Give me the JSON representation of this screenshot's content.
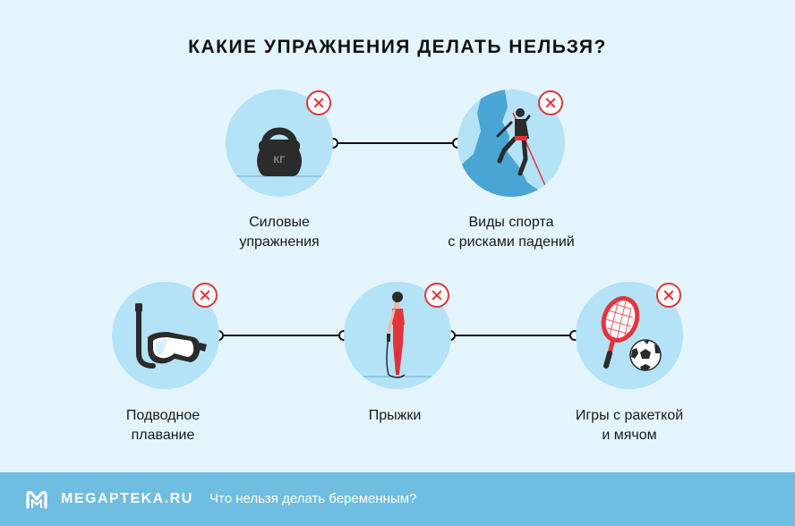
{
  "title": "КАКИЕ УПРАЖНЕНИЯ ДЕЛАТЬ НЕЛЬЗЯ?",
  "colors": {
    "background": "#e4f5fd",
    "circle": "#b4e2f6",
    "cross": "#e2353c",
    "footer": "#6fbde0"
  },
  "items": [
    {
      "icon": "kettlebell-icon",
      "label_line1": "Силовые",
      "label_line2": "упражнения",
      "kettlebell_mark": "КГ"
    },
    {
      "icon": "climber-icon",
      "label_line1": "Виды спорта",
      "label_line2": "с рисками падений"
    },
    {
      "icon": "snorkel-mask-icon",
      "label_line1": "Подводное",
      "label_line2": "плавание"
    },
    {
      "icon": "jump-rope-icon",
      "label_line1": "Прыжки",
      "label_line2": ""
    },
    {
      "icon": "racket-ball-icon",
      "label_line1": "Игры с ракеткой",
      "label_line2": "и мячом"
    }
  ],
  "footer": {
    "logo_icon": "m-logo-icon",
    "brand": "MEGAPTEKA.RU",
    "link": "Что нельзя делать беременным?"
  }
}
